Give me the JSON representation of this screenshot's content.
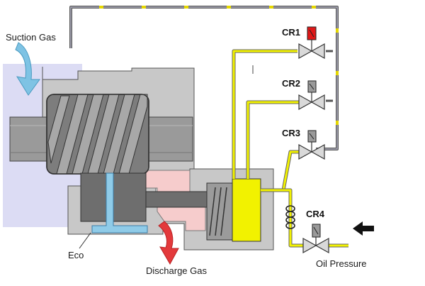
{
  "labels": {
    "suction_gas": "Suction Gas",
    "discharge_gas": "Discharge Gas",
    "eco": "Eco",
    "oil_pressure": "Oil Pressure"
  },
  "valves": [
    {
      "label": "CR1",
      "energized": true
    },
    {
      "label": "CR2",
      "energized": false
    },
    {
      "label": "CR3",
      "energized": false
    },
    {
      "label": "CR4",
      "energized": false
    }
  ],
  "colors": {
    "housing": "#c8c8c8",
    "housing_dark": "#8e8e8e",
    "suction_zone": "#dcdcf4",
    "discharge_zone": "#f6cccc",
    "oil": "#f2f200",
    "economizer": "#8fcbe8",
    "arrow_suction": "#7ec3e4",
    "arrow_discharge": "#e3393b",
    "solenoid_on": "#e01818",
    "solenoid_off": "#9a9a9a"
  }
}
